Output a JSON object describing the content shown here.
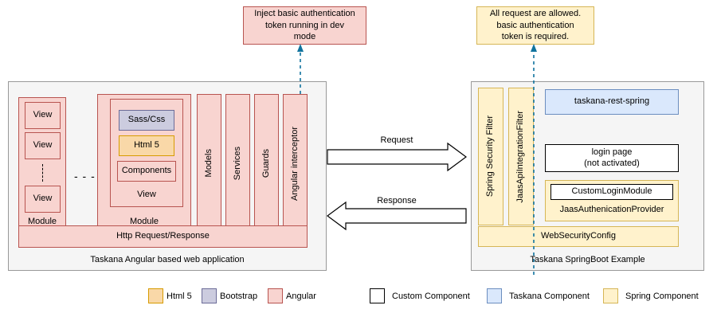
{
  "diagram": {
    "title": "Taskana Angular / SpringBoot authentication architecture",
    "notes": [
      {
        "id": "note-dev-mode",
        "text": "Inject basic authentication token running in dev mode",
        "style": "angular"
      },
      {
        "id": "note-all-requests",
        "text": "All request are allowed. basic authentication token is required.",
        "style": "spring"
      }
    ],
    "note_lines": {
      "dev_mode": [
        "Inject basic authentication",
        "token running in dev",
        "mode"
      ],
      "all_requests": [
        "All request are allowed.",
        "basic authentication",
        "token is required."
      ]
    },
    "left_panel": {
      "caption": "Taskana Angular based web application",
      "module_a": {
        "caption": "Module",
        "views": [
          "View",
          "View",
          "View"
        ],
        "ellipsis": "vertical-dots"
      },
      "between_modules": "- - -",
      "module_b": {
        "caption": "Module",
        "view_caption": "View",
        "items": [
          {
            "label": "Sass/Css",
            "style": "bootstrap"
          },
          {
            "label": "Html 5",
            "style": "html5"
          },
          {
            "label": "Components",
            "style": "angular"
          }
        ]
      },
      "columns": [
        "Models",
        "Services",
        "Guards",
        "Angular interceptor"
      ],
      "http_bar": "Http Request/Response"
    },
    "center": {
      "request_label": "Request",
      "response_label": "Response"
    },
    "right_panel": {
      "caption": "Taskana SpringBoot Example",
      "filters": [
        "Spring Security Filter",
        "JaasApiIntegrationFilter"
      ],
      "rest_box": {
        "label": "taskana-rest-spring",
        "style": "taskana"
      },
      "login_page": {
        "lines": [
          "login page",
          "(not activated)"
        ],
        "style": "custom"
      },
      "auth_provider": {
        "caption": "JaasAuthenicationProvider",
        "inner": {
          "label": "CustomLoginModule",
          "style": "custom"
        },
        "style": "spring"
      },
      "web_security_config": {
        "label": "WebSecurityConfig",
        "style": "spring"
      }
    },
    "legend": [
      {
        "label": "Html 5",
        "style": "html5"
      },
      {
        "label": "Bootstrap",
        "style": "bootstrap"
      },
      {
        "label": "Angular",
        "style": "angular"
      },
      {
        "label": "Custom Component",
        "style": "custom"
      },
      {
        "label": "Taskana Component",
        "style": "taskana"
      },
      {
        "label": "Spring Component",
        "style": "spring"
      }
    ],
    "colors": {
      "angular_fill": "#f8d4d0",
      "angular_stroke": "#b85450",
      "html5_fill": "#f9d8a8",
      "html5_stroke": "#d79b00",
      "bootstrap_fill": "#ccccdf",
      "bootstrap_stroke": "#6c6c98",
      "spring_fill": "#fff2cc",
      "spring_stroke": "#d6b656",
      "taskana_fill": "#dae8fc",
      "taskana_stroke": "#6c8ebf",
      "custom_fill": "#ffffff",
      "custom_stroke": "#000000",
      "panel_fill": "#f5f5f5",
      "panel_stroke": "#999999",
      "connector": "#10739e"
    }
  }
}
